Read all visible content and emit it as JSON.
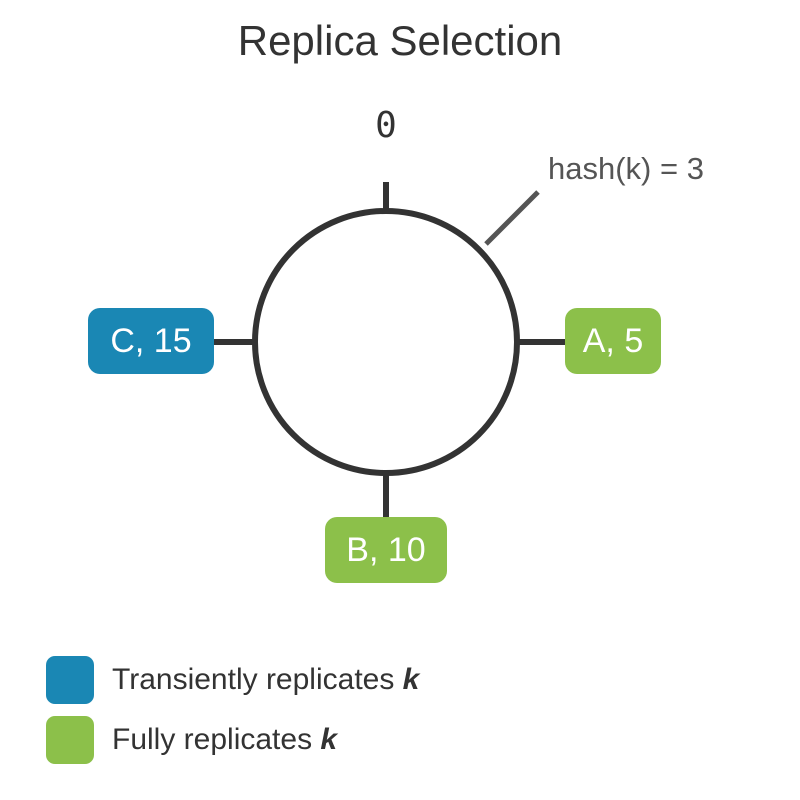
{
  "title": "Replica Selection",
  "diagram": {
    "ring_start_label": "0",
    "annotation": "hash(k) = 3",
    "nodes": [
      {
        "id": "C",
        "label": "C, 15",
        "position": "left",
        "color": "#1a87b4",
        "replication": "transient"
      },
      {
        "id": "A",
        "label": "A, 5",
        "position": "right",
        "color": "#8cc04a",
        "replication": "full"
      },
      {
        "id": "B",
        "label": "B, 10",
        "position": "bottom",
        "color": "#8cc04a",
        "replication": "full"
      }
    ],
    "ring_color": "#333333"
  },
  "legend": {
    "items": [
      {
        "color": "#1a87b4",
        "text_prefix": "Transiently replicates ",
        "key": "k"
      },
      {
        "color": "#8cc04a",
        "text_prefix": "Fully replicates ",
        "key": "k"
      }
    ]
  }
}
